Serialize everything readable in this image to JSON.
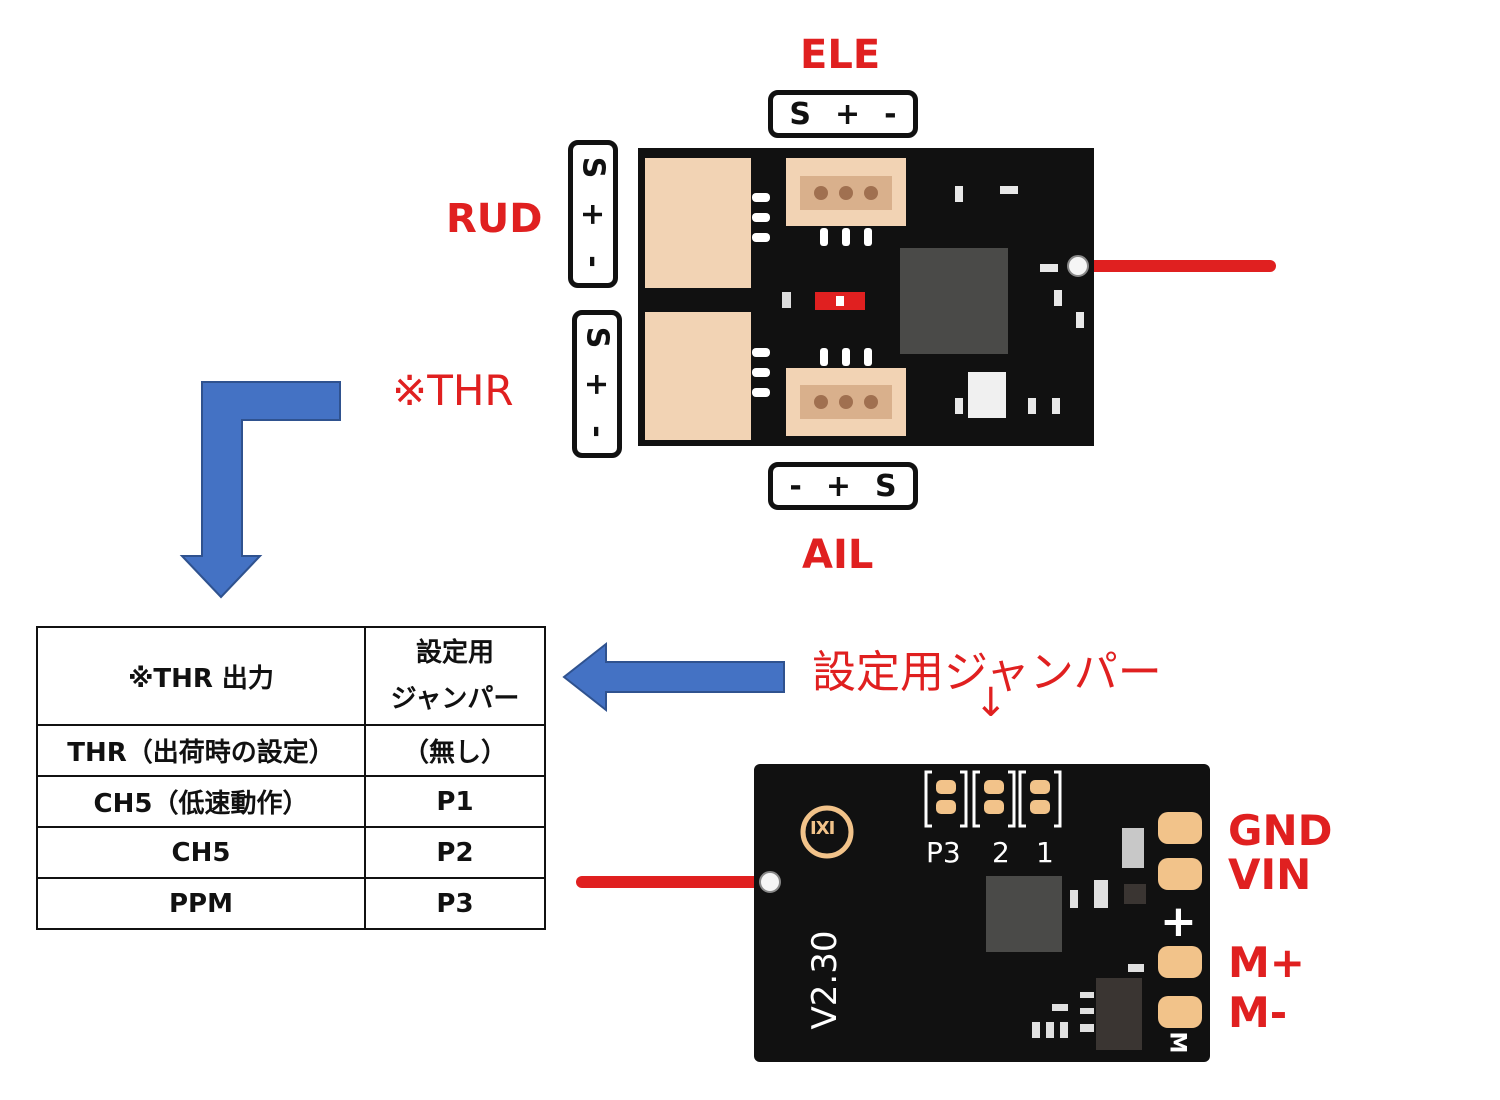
{
  "top_board": {
    "labels": {
      "ele": "ELE",
      "rud": "RUD",
      "thr": "※THR",
      "ail": "AIL"
    },
    "pins": {
      "ele": [
        "S",
        "+",
        "-"
      ],
      "rud": [
        "S",
        "+",
        "-"
      ],
      "thr": [
        "S",
        "+",
        "-"
      ],
      "ail": [
        "-",
        "+",
        "S"
      ]
    }
  },
  "table": {
    "header": {
      "col1": "※THR 出力",
      "col2_line1": "設定用",
      "col2_line2": "ジャンパー"
    },
    "rows": [
      {
        "output": "THR（出荷時の設定）",
        "jumper": "（無し）"
      },
      {
        "output": "CH5（低速動作）",
        "jumper": "P1"
      },
      {
        "output": "CH5",
        "jumper": "P2"
      },
      {
        "output": "PPM",
        "jumper": "P3"
      }
    ]
  },
  "bottom_board": {
    "callout": "設定用ジャンパー",
    "callout_arrow": "↓",
    "jumper_labels": [
      "P3",
      "2",
      "1"
    ],
    "version": "V2.30",
    "logo": "IXI",
    "pad_labels": [
      "GND",
      "VIN",
      "M+",
      "M-"
    ],
    "plus_mark": "+",
    "m_mark": "M"
  },
  "colors": {
    "accent_red": "#e02020",
    "arrow_blue": "#4472c4",
    "board": "#111111",
    "connector": "#f2d3b4"
  }
}
